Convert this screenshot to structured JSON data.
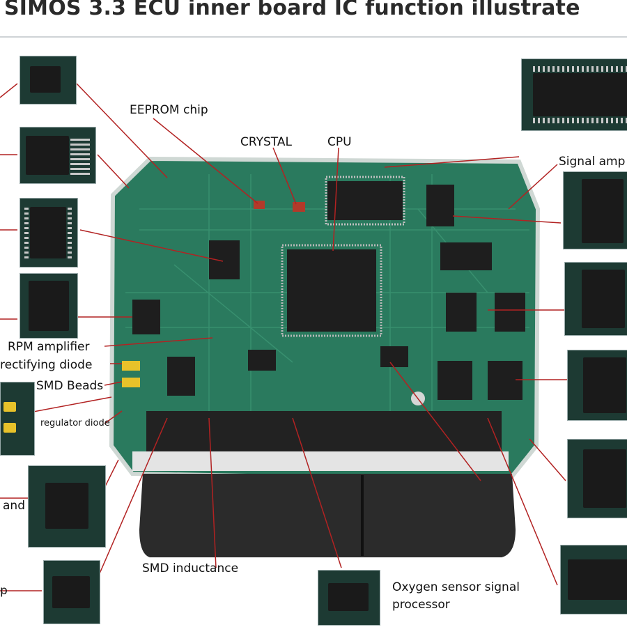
{
  "title": "SIMOS 3.3 ECU inner board IC function illustrate",
  "labels": {
    "eeprom": "EEPROM chip",
    "crystal": "CRYSTAL",
    "cpu": "CPU",
    "signal_amp": "Signal amp",
    "rpm_amplifier": "RPM amplifier",
    "rectifying_diode": "rectifying diode",
    "smd_beads": "SMD Beads",
    "regulator_diode": "regulator diode",
    "and_fragment": "and",
    "smd_inductance": "SMD inductance",
    "oxygen_line1": "Oxygen sensor signal",
    "oxygen_line2": "processor",
    "p_fragment": "p"
  },
  "colors": {
    "pcb": "#2a7a5e",
    "pcb_dark": "#1f5f49",
    "leader_line": "#b22222",
    "connector": "#2b2b2b"
  }
}
